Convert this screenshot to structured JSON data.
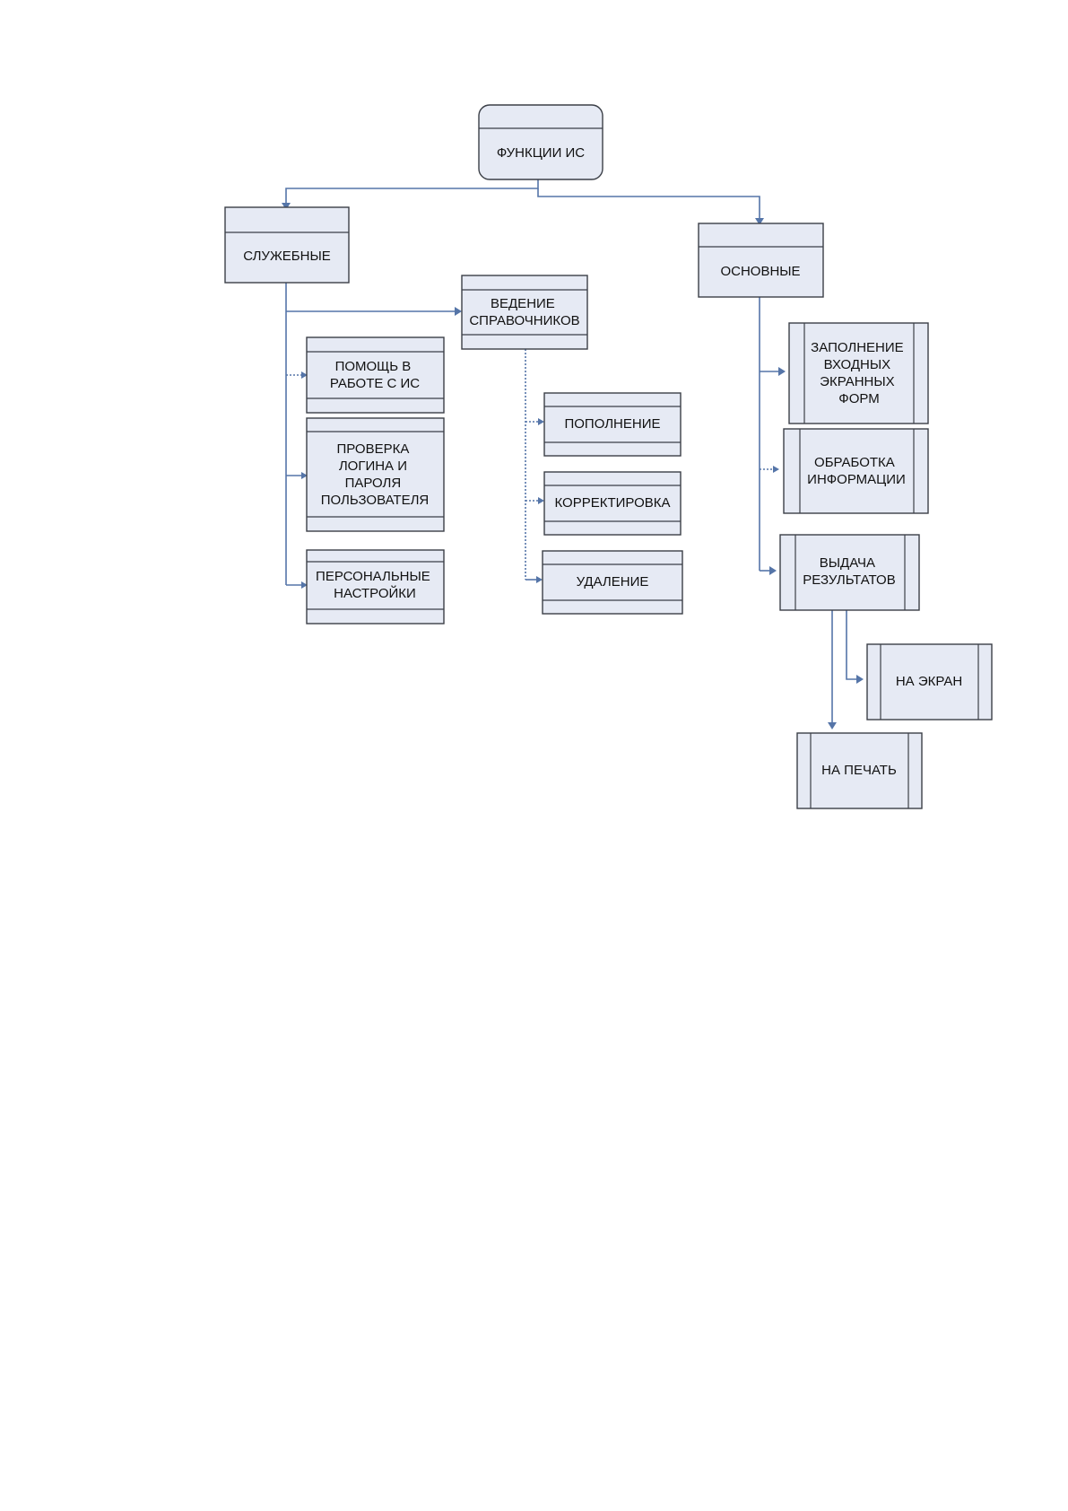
{
  "diagram": {
    "root": {
      "lines": [
        "ФУНКЦИИ ИС"
      ]
    },
    "service": {
      "title": {
        "lines": [
          "СЛУЖЕБНЫЕ"
        ]
      },
      "help": {
        "lines": [
          "ПОМОЩЬ В",
          "РАБОТЕ С ИС"
        ]
      },
      "login_check": {
        "lines": [
          "ПРОВЕРКА",
          "ЛОГИНА И",
          "ПАРОЛЯ",
          "ПОЛЬЗОВАТЕЛЯ"
        ]
      },
      "personal_settings": {
        "lines": [
          "ПЕРСОНАЛЬНЫЕ",
          "НАСТРОЙКИ"
        ]
      }
    },
    "directories": {
      "title": {
        "lines": [
          "ВЕДЕНИЕ",
          "СПРАВОЧНИКОВ"
        ]
      },
      "add": {
        "lines": [
          "ПОПОЛНЕНИЕ"
        ]
      },
      "edit": {
        "lines": [
          "КОРРЕКТИРОВКА"
        ]
      },
      "delete": {
        "lines": [
          "УДАЛЕНИЕ"
        ]
      }
    },
    "main": {
      "title": {
        "lines": [
          "ОСНОВНЫЕ"
        ]
      },
      "fill_forms": {
        "lines": [
          "ЗАПОЛНЕНИЕ",
          "ВХОДНЫХ",
          "ЭКРАННЫХ",
          "ФОРМ"
        ]
      },
      "processing": {
        "lines": [
          "ОБРАБОТКА",
          "ИНФОРМАЦИИ"
        ]
      },
      "output": {
        "lines": [
          "ВЫДАЧА",
          "РЕЗУЛЬТАТОВ"
        ]
      },
      "to_screen": {
        "lines": [
          "НА ЭКРАН"
        ]
      },
      "to_print": {
        "lines": [
          "НА ПЕЧАТЬ"
        ]
      }
    }
  },
  "colors": {
    "box_fill": "#e6eaf4",
    "box_border": "#3b3f47",
    "connector": "#5575a8"
  }
}
